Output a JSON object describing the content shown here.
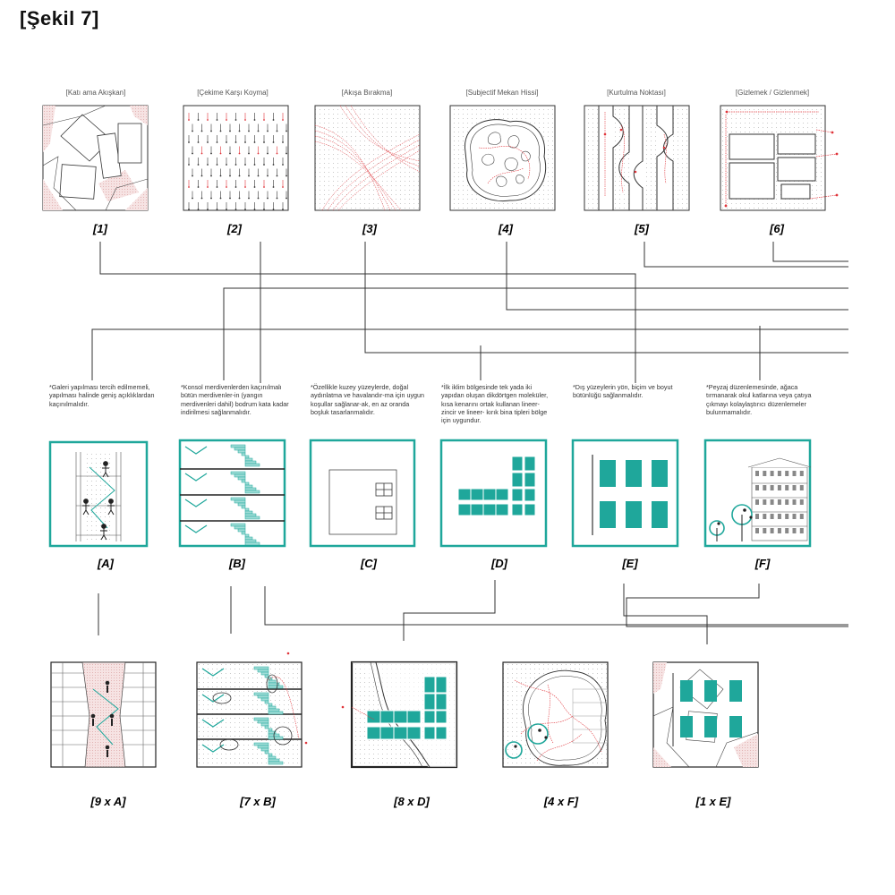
{
  "figure_title": "[Şekil 7]",
  "concepts": [
    {
      "caption": "[Katı ama Akışkan]",
      "label": "[1]"
    },
    {
      "caption": "[Çekime Karşı Koyma]",
      "label": "[2]"
    },
    {
      "caption": "[Akışa Bırakma]",
      "label": "[3]"
    },
    {
      "caption": "[Subjectif Mekan Hissi]",
      "label": "[4]"
    },
    {
      "caption": "[Kurtulma Noktası]",
      "label": "[5]"
    },
    {
      "caption": "[Gizlemek / Gizlenmek]",
      "label": "[6]"
    }
  ],
  "rules": [
    {
      "label": "[A]",
      "note": "*Galeri yapılması tercih edilmemeli, yapılması halinde geniş açıklıklardan kaçınılmalıdır."
    },
    {
      "label": "[B]",
      "note": "*Konsol merdivenlerden kaçınılmalı bütün merdivenler-in (yangın merdivenleri dahil) bodrum kata kadar indirilmesi sağlanmalıdır."
    },
    {
      "label": "[C]",
      "note": "*Özellikle kuzey yüzeylerde, doğal aydınlatma ve havalandır-ma için uygun koşullar sağlanar-ak, en az oranda boşluk tasarlanmalıdır."
    },
    {
      "label": "[D]",
      "note": "*İlk iklim bölgesinde tek yada iki yapıdan oluşan dikdörtgen moleküler, kısa kenarını ortak kullanan lineer- zincir ve lineer- kırık bina tipleri bölge için uygundur."
    },
    {
      "label": "[E]",
      "note": "*Dış yüzeylerin yön, biçim ve boyut bütünlüğü sağlanmalıdır."
    },
    {
      "label": "[F]",
      "note": "*Peyzaj düzenlemesinde, ağaca tırmanarak okul katlarına veya çatıya çıkmayı kolaylaştırıcı düzenlemeler bulunmamalıdır."
    }
  ],
  "combinations": [
    {
      "label": "[9 x A]"
    },
    {
      "label": "[7 x B]"
    },
    {
      "label": "[8 x D]"
    },
    {
      "label": "[4 x F]"
    },
    {
      "label": "[1 x E]"
    }
  ],
  "colors": {
    "teal": "#1fa79b",
    "red": "#e0343a",
    "line": "#333333",
    "dots": "#c9c9c9",
    "pink": "#f3dada"
  }
}
